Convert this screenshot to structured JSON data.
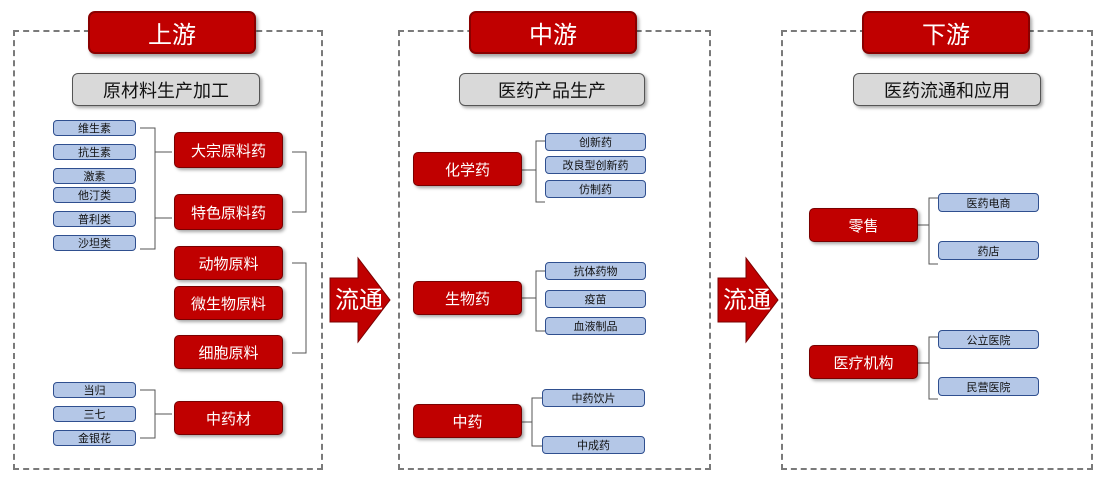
{
  "colors": {
    "stage_red": "#c00000",
    "item_blue": "#b4c7e7",
    "category_gray": "#d9d9d9",
    "flow_arrow": "#c00000"
  },
  "flow_label": "流通",
  "upstream": {
    "stage": "上游",
    "category": "原材料生产加工",
    "chem_inputs": [
      "维生素",
      "抗生素",
      "激素",
      "他汀类",
      "普利类",
      "沙坦类"
    ],
    "api": [
      "大宗原料药",
      "特色原料药"
    ],
    "bio_materials": [
      "动物原料",
      "微生物原料",
      "细胞原料"
    ],
    "herb_inputs": [
      "当归",
      "三七",
      "金银花"
    ],
    "herb_material": "中药材"
  },
  "midstream": {
    "stage": "中游",
    "category": "医药产品生产",
    "groups": [
      {
        "label": "化学药",
        "items": [
          "创新药",
          "改良型创新药",
          "仿制药"
        ]
      },
      {
        "label": "生物药",
        "items": [
          "抗体药物",
          "疫苗",
          "血液制品"
        ]
      },
      {
        "label": "中药",
        "items": [
          "中药饮片",
          "中成药"
        ]
      }
    ]
  },
  "downstream": {
    "stage": "下游",
    "category": "医药流通和应用",
    "groups": [
      {
        "label": "零售",
        "items": [
          "医药电商",
          "药店"
        ]
      },
      {
        "label": "医疗机构",
        "items": [
          "公立医院",
          "民营医院"
        ]
      }
    ]
  }
}
